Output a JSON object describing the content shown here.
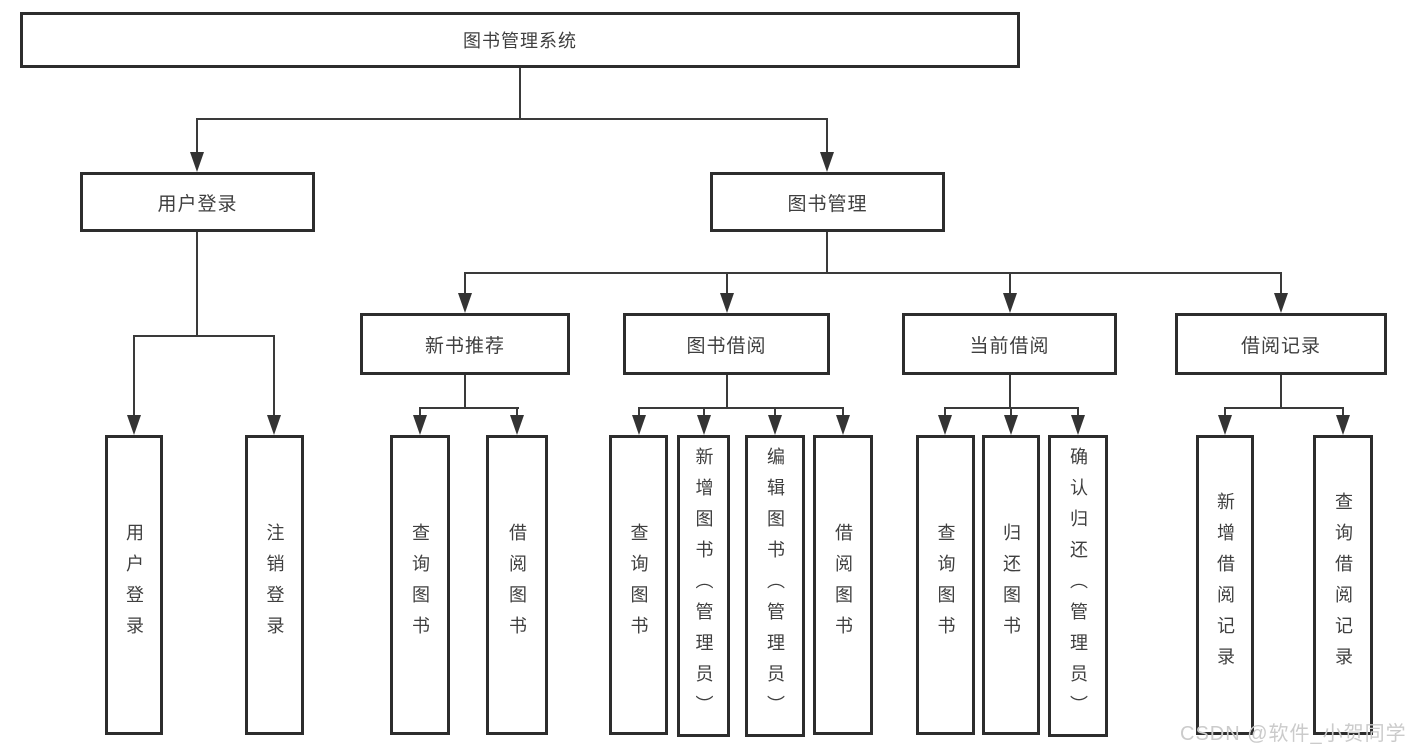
{
  "title": "图书管理系统",
  "tree": {
    "root": "图书管理系统",
    "children": [
      {
        "label": "用户登录",
        "children": [
          "用户登录",
          "注销登录"
        ]
      },
      {
        "label": "图书管理",
        "children": [
          {
            "label": "新书推荐",
            "children": [
              "查询图书",
              "借阅图书"
            ]
          },
          {
            "label": "图书借阅",
            "children": [
              "查询图书",
              "新增图书（管理员）",
              "编辑图书（管理员）",
              "借阅图书"
            ]
          },
          {
            "label": "当前借阅",
            "children": [
              "查询图书",
              "归还图书",
              "确认归还（管理员）"
            ]
          },
          {
            "label": "借阅记录",
            "children": [
              "新增借阅记录",
              "查询借阅记录"
            ]
          }
        ]
      }
    ]
  },
  "watermark": "CSDN @软件_小贺同学",
  "colors": {
    "box_border": "#2d2d2d",
    "connector_line": "#3a3a3a",
    "text": "#3f3f3f",
    "watermark": "#cbcbcb",
    "background": "#ffffff"
  }
}
